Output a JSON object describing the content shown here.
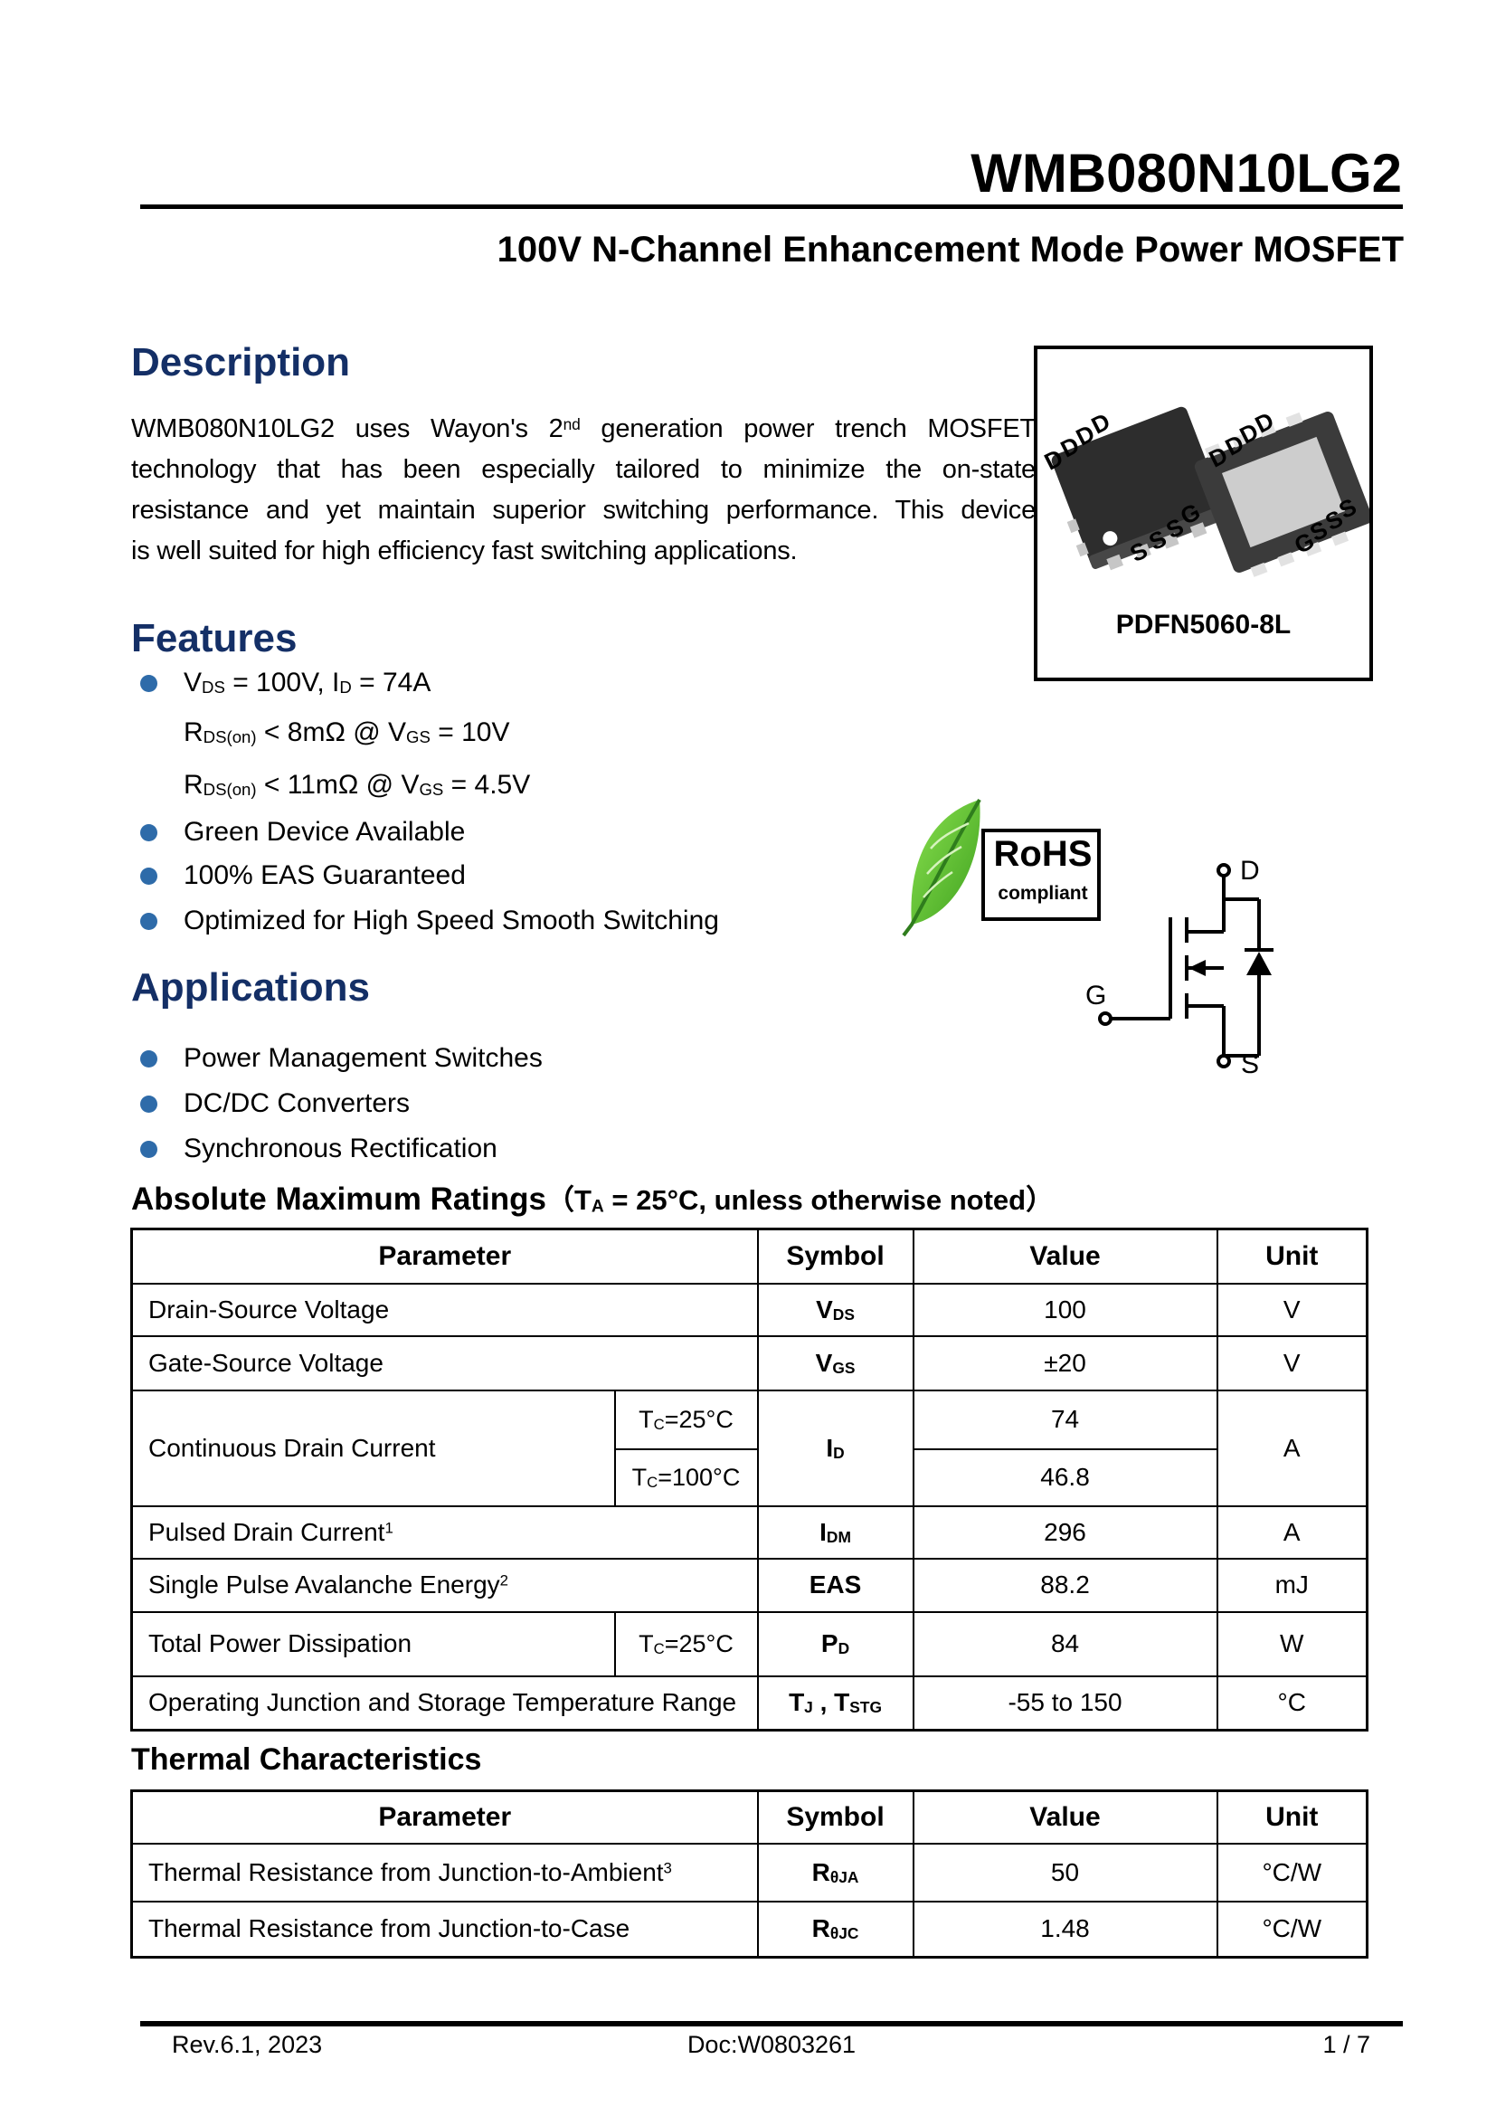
{
  "colors": {
    "heading_blue": "#142f66",
    "bullet_blue": "#2e6ba9",
    "leaf_green": "#58bd2c",
    "leaf_dark_green": "#2f7d1d"
  },
  "header": {
    "title": "WMB080N10LG2",
    "subtitle": "100V N-Channel Enhancement Mode Power MOSFET"
  },
  "description": {
    "heading": "Description",
    "lines": [
      "WMB080N10LG2 uses Wayon's 2^nd^ generation power trench MOSFET",
      "technology that has been especially tailored to minimize the on-state",
      "resistance and yet maintain superior switching performance. This device",
      "is well suited for high efficiency fast switching applications."
    ]
  },
  "package": {
    "label": "PDFN5060-8L",
    "left_chip": {
      "top_pins": [
        "D",
        "D",
        "D",
        "D"
      ],
      "bottom_pins": [
        "S",
        "S",
        "S",
        "G"
      ]
    },
    "right_chip": {
      "top_pins": [
        "D",
        "D",
        "D",
        "D"
      ],
      "bottom_pins": [
        "G",
        "S",
        "S",
        "S"
      ]
    }
  },
  "rohs": {
    "line1": "RoHS",
    "line2": "compliant"
  },
  "mosfet": {
    "drain": "D",
    "gate": "G",
    "source": "S"
  },
  "features": {
    "heading": "Features",
    "items": [
      {
        "text": "V~DS~ = 100V, I~D~ = 74A"
      },
      {
        "text": "R~DS(on)~ < 8mΩ @ V~GS~ = 10V"
      },
      {
        "text": "R~DS(on)~ < 11mΩ @ V~GS~ = 4.5V"
      },
      {
        "text": "Green Device Available"
      },
      {
        "text": "100% EAS Guaranteed"
      },
      {
        "text": "Optimized for High Speed Smooth Switching"
      }
    ]
  },
  "applications": {
    "heading": "Applications",
    "items": [
      {
        "text": "Power Management Switches"
      },
      {
        "text": "DC/DC Converters"
      },
      {
        "text": "Synchronous Rectification"
      }
    ]
  },
  "abs_max": {
    "heading": "Absolute Maximum Ratings",
    "note": "（T~A~ = 25°C, unless otherwise noted）",
    "columns": {
      "param": "Parameter",
      "symbol": "Symbol",
      "value": "Value",
      "unit": "Unit"
    },
    "rows": {
      "vds": {
        "param": "Drain-Source Voltage",
        "symbol": "V~DS~",
        "value": "100",
        "unit": "V"
      },
      "vgs": {
        "param": "Gate-Source Voltage",
        "symbol": "V~GS~",
        "value": "±20",
        "unit": "V"
      },
      "id": {
        "param": "Continuous Drain Current",
        "cond1": "T~C~=25°C",
        "cond2": "T~C~=100°C",
        "symbol": "I~D~",
        "value1": "74",
        "value2": "46.8",
        "unit": "A"
      },
      "idm": {
        "param": "Pulsed Drain Current^1^",
        "symbol": "I~DM~",
        "value": "296",
        "unit": "A"
      },
      "eas": {
        "param": "Single Pulse Avalanche Energy^2^",
        "symbol": "EAS",
        "value": "88.2",
        "unit": "mJ"
      },
      "pd": {
        "param": "Total Power Dissipation",
        "cond": "T~C~=25°C",
        "symbol": "P~D~",
        "value": "84",
        "unit": "W"
      },
      "tj": {
        "param": "Operating Junction and Storage Temperature Range",
        "symbol": "T~J~ , T~STG~",
        "value": "-55 to 150",
        "unit": "°C"
      }
    }
  },
  "thermal": {
    "heading": "Thermal Characteristics",
    "columns": {
      "param": "Parameter",
      "symbol": "Symbol",
      "value": "Value",
      "unit": "Unit"
    },
    "rows": {
      "rja": {
        "param": "Thermal Resistance from Junction-to-Ambient^3^",
        "symbol": "R~θJA~",
        "value": "50",
        "unit": "°C/W"
      },
      "rjc": {
        "param": "Thermal Resistance from Junction-to-Case",
        "symbol": "R~θJC~",
        "value": "1.48",
        "unit": "°C/W"
      }
    }
  },
  "footer": {
    "left": "Rev.6.1, 2023",
    "center": "Doc:W0803261",
    "right": "1 / 7"
  }
}
